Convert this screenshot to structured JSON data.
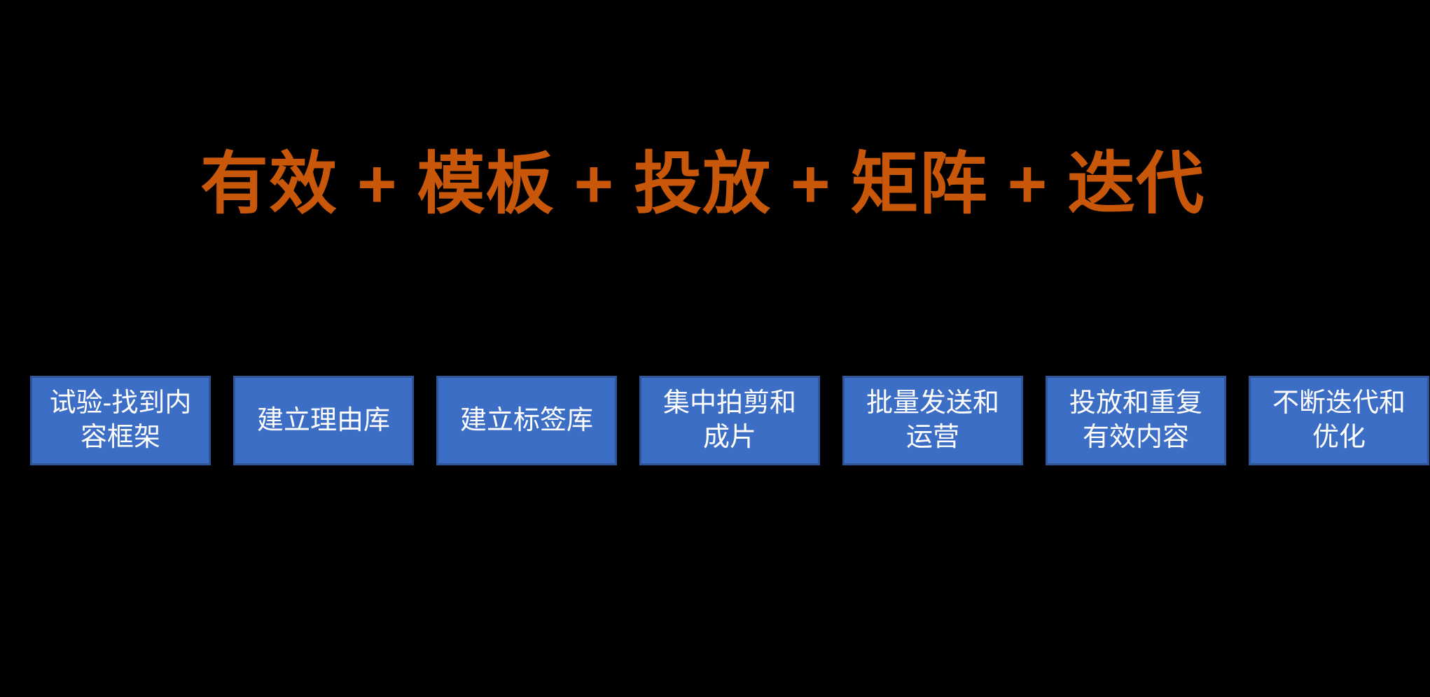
{
  "slide": {
    "background_color": "#000000",
    "title": {
      "text": "有效 + 模板 + 投放 + 矩阵 + 迭代",
      "color": "#C8570A"
    },
    "steps": {
      "fill_color": "#3D6EC5",
      "border_color": "#2E5597",
      "text_color": "#FFFFFF",
      "items": [
        {
          "label": "试验-找到内容框架"
        },
        {
          "label": "建立理由库"
        },
        {
          "label": "建立标签库"
        },
        {
          "label": "集中拍剪和成片"
        },
        {
          "label": "批量发送和运营"
        },
        {
          "label": "投放和重复有效内容"
        },
        {
          "label": "不断迭代和优化"
        }
      ]
    }
  }
}
